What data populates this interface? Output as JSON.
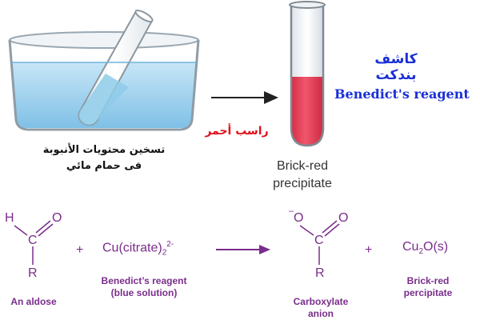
{
  "top": {
    "water_bath_caption_line1": "تسخين محتويات الأنبوبة",
    "water_bath_caption_line2": "فى حمام مائي",
    "reagent_arabic": "كاشف بندكت",
    "reagent_english": "Benedict's reagent",
    "precipitate_arabic": "راسب أحمر",
    "precipitate_line1": "Brick-red",
    "precipitate_line2": "precipitate"
  },
  "reaction": {
    "aldehyde_atom_h": "H",
    "aldehyde_atom_c": "C",
    "aldehyde_atom_o": "O",
    "aldehyde_atom_r": "R",
    "aldose_label": "An aldose",
    "plus1": "+",
    "reagent_formula_main": "Cu(citrate)",
    "reagent_formula_sub": "2",
    "reagent_formula_sup": "2-",
    "reagent_label_line1": "Benedict’s reagent",
    "reagent_label_line2": "(blue solution)",
    "carboxylate_atom_o_minus": "O",
    "carboxylate_minus": "–",
    "carboxylate_atom_c": "C",
    "carboxylate_atom_o": "O",
    "carboxylate_atom_r": "R",
    "carboxylate_label_line1": "Carboxylate",
    "carboxylate_label_line2": "anion",
    "plus2": "+",
    "product_formula_a": "Cu",
    "product_formula_sub": "2",
    "product_formula_b": "O(s)",
    "product_label_line1": "Brick-red",
    "product_label_line2": "percipitate"
  },
  "colors": {
    "reaction_purple": "#7a2d8c",
    "blue_text": "#1a2fd6",
    "red_text": "#e0101a",
    "water_blue": "#9fd0ec",
    "precipitate_red": "#e3455b"
  }
}
